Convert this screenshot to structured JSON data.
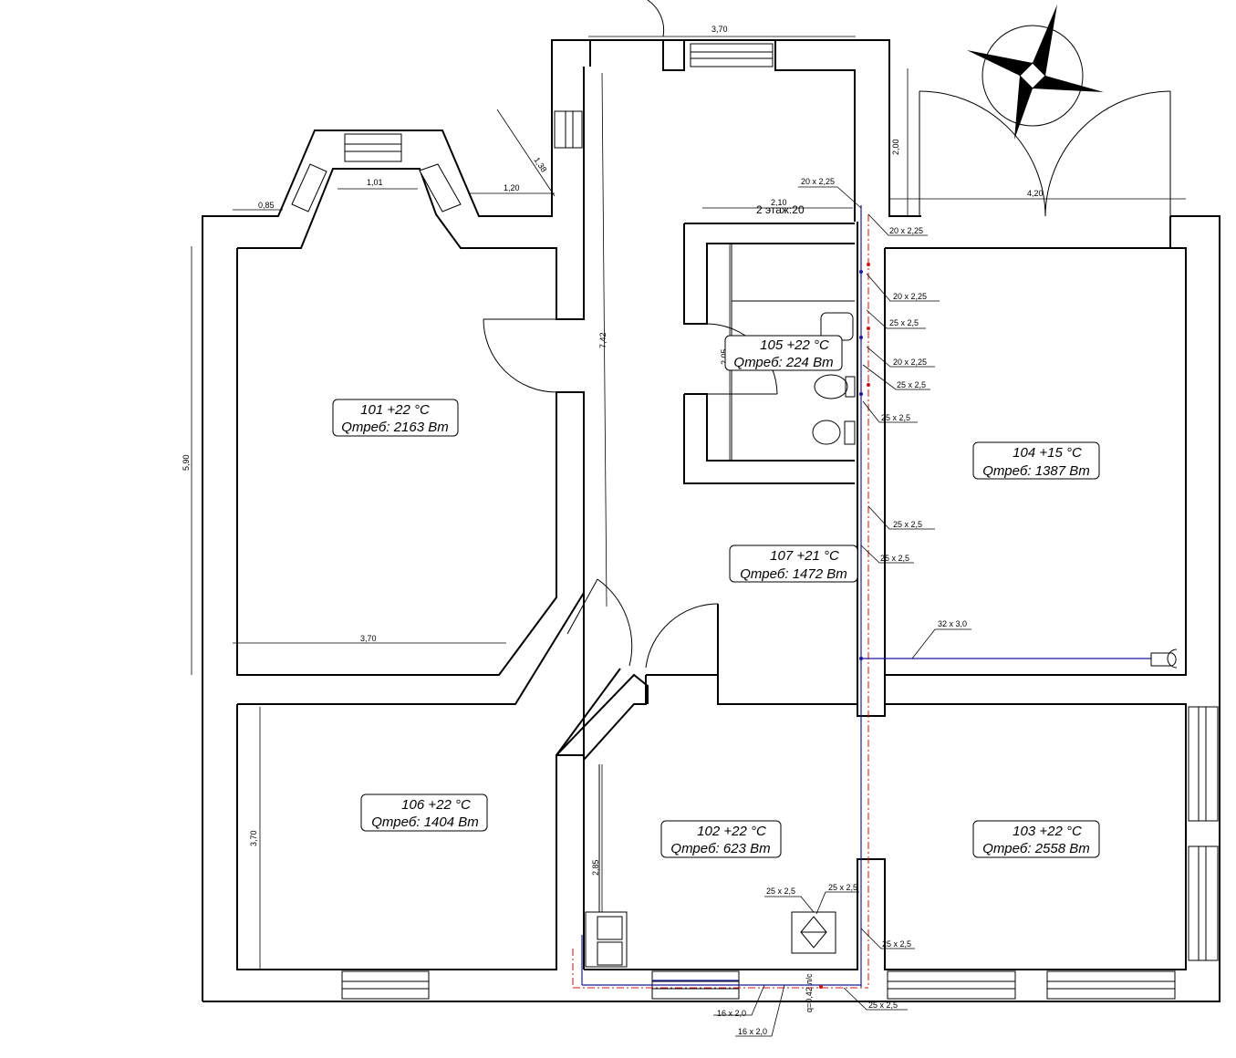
{
  "rooms": [
    {
      "id": "101",
      "line1": "101  +22 °C",
      "line2": "Qтреб: 2163 Вт"
    },
    {
      "id": "102",
      "line1": "102  +22 °C",
      "line2": "Qтреб: 623 Вт"
    },
    {
      "id": "103",
      "line1": "103  +22 °C",
      "line2": "Qтреб: 2558 Вт"
    },
    {
      "id": "104",
      "line1": "104  +15 °C",
      "line2": "Qтреб: 1387 Вт"
    },
    {
      "id": "105",
      "line1": "105  +22 °C",
      "line2": "Qтреб: 224 Вт"
    },
    {
      "id": "106",
      "line1": "106  +22 °C",
      "line2": "Qтреб: 1404 Вт"
    },
    {
      "id": "107",
      "line1": "107  +21 °C",
      "line2": "Qтреб: 1472 Вт"
    }
  ],
  "dimensions": {
    "top_width": "3,70",
    "bay_diag": "1,38",
    "bay_window": "1,01",
    "bay_side": "1,20",
    "left_small": "0,85",
    "left_height": "5,90",
    "corridor_len": "7,42",
    "room101_width": "3,70",
    "room106_height": "3,70",
    "room102_height": "2,85",
    "room104_top": "4,20",
    "porch_depth": "2,00",
    "bath_width": "2,10",
    "bath_height": "2,05"
  },
  "riser_label": "2 этаж:20",
  "pipe_labels": {
    "p1": "20 x 2,25",
    "p2": "20 x 2,25",
    "p3": "20 x 2,25",
    "p4": "25 x 2,5",
    "p5": "20 x 2,25",
    "p6": "25 x 2,5",
    "p7": "25 x 2,5",
    "p8": "25 x 2,5",
    "p9": "25 x 2,5",
    "p10": "32 x 3,0",
    "p11": "25 x 2,5",
    "p12": "25 x 2,5",
    "p13": "25 x 2,5",
    "p14": "25 x 2,5",
    "p15": "16 x 2,0",
    "p16": "16 x 2,0"
  },
  "flow_label": "q=0,42 л/с"
}
